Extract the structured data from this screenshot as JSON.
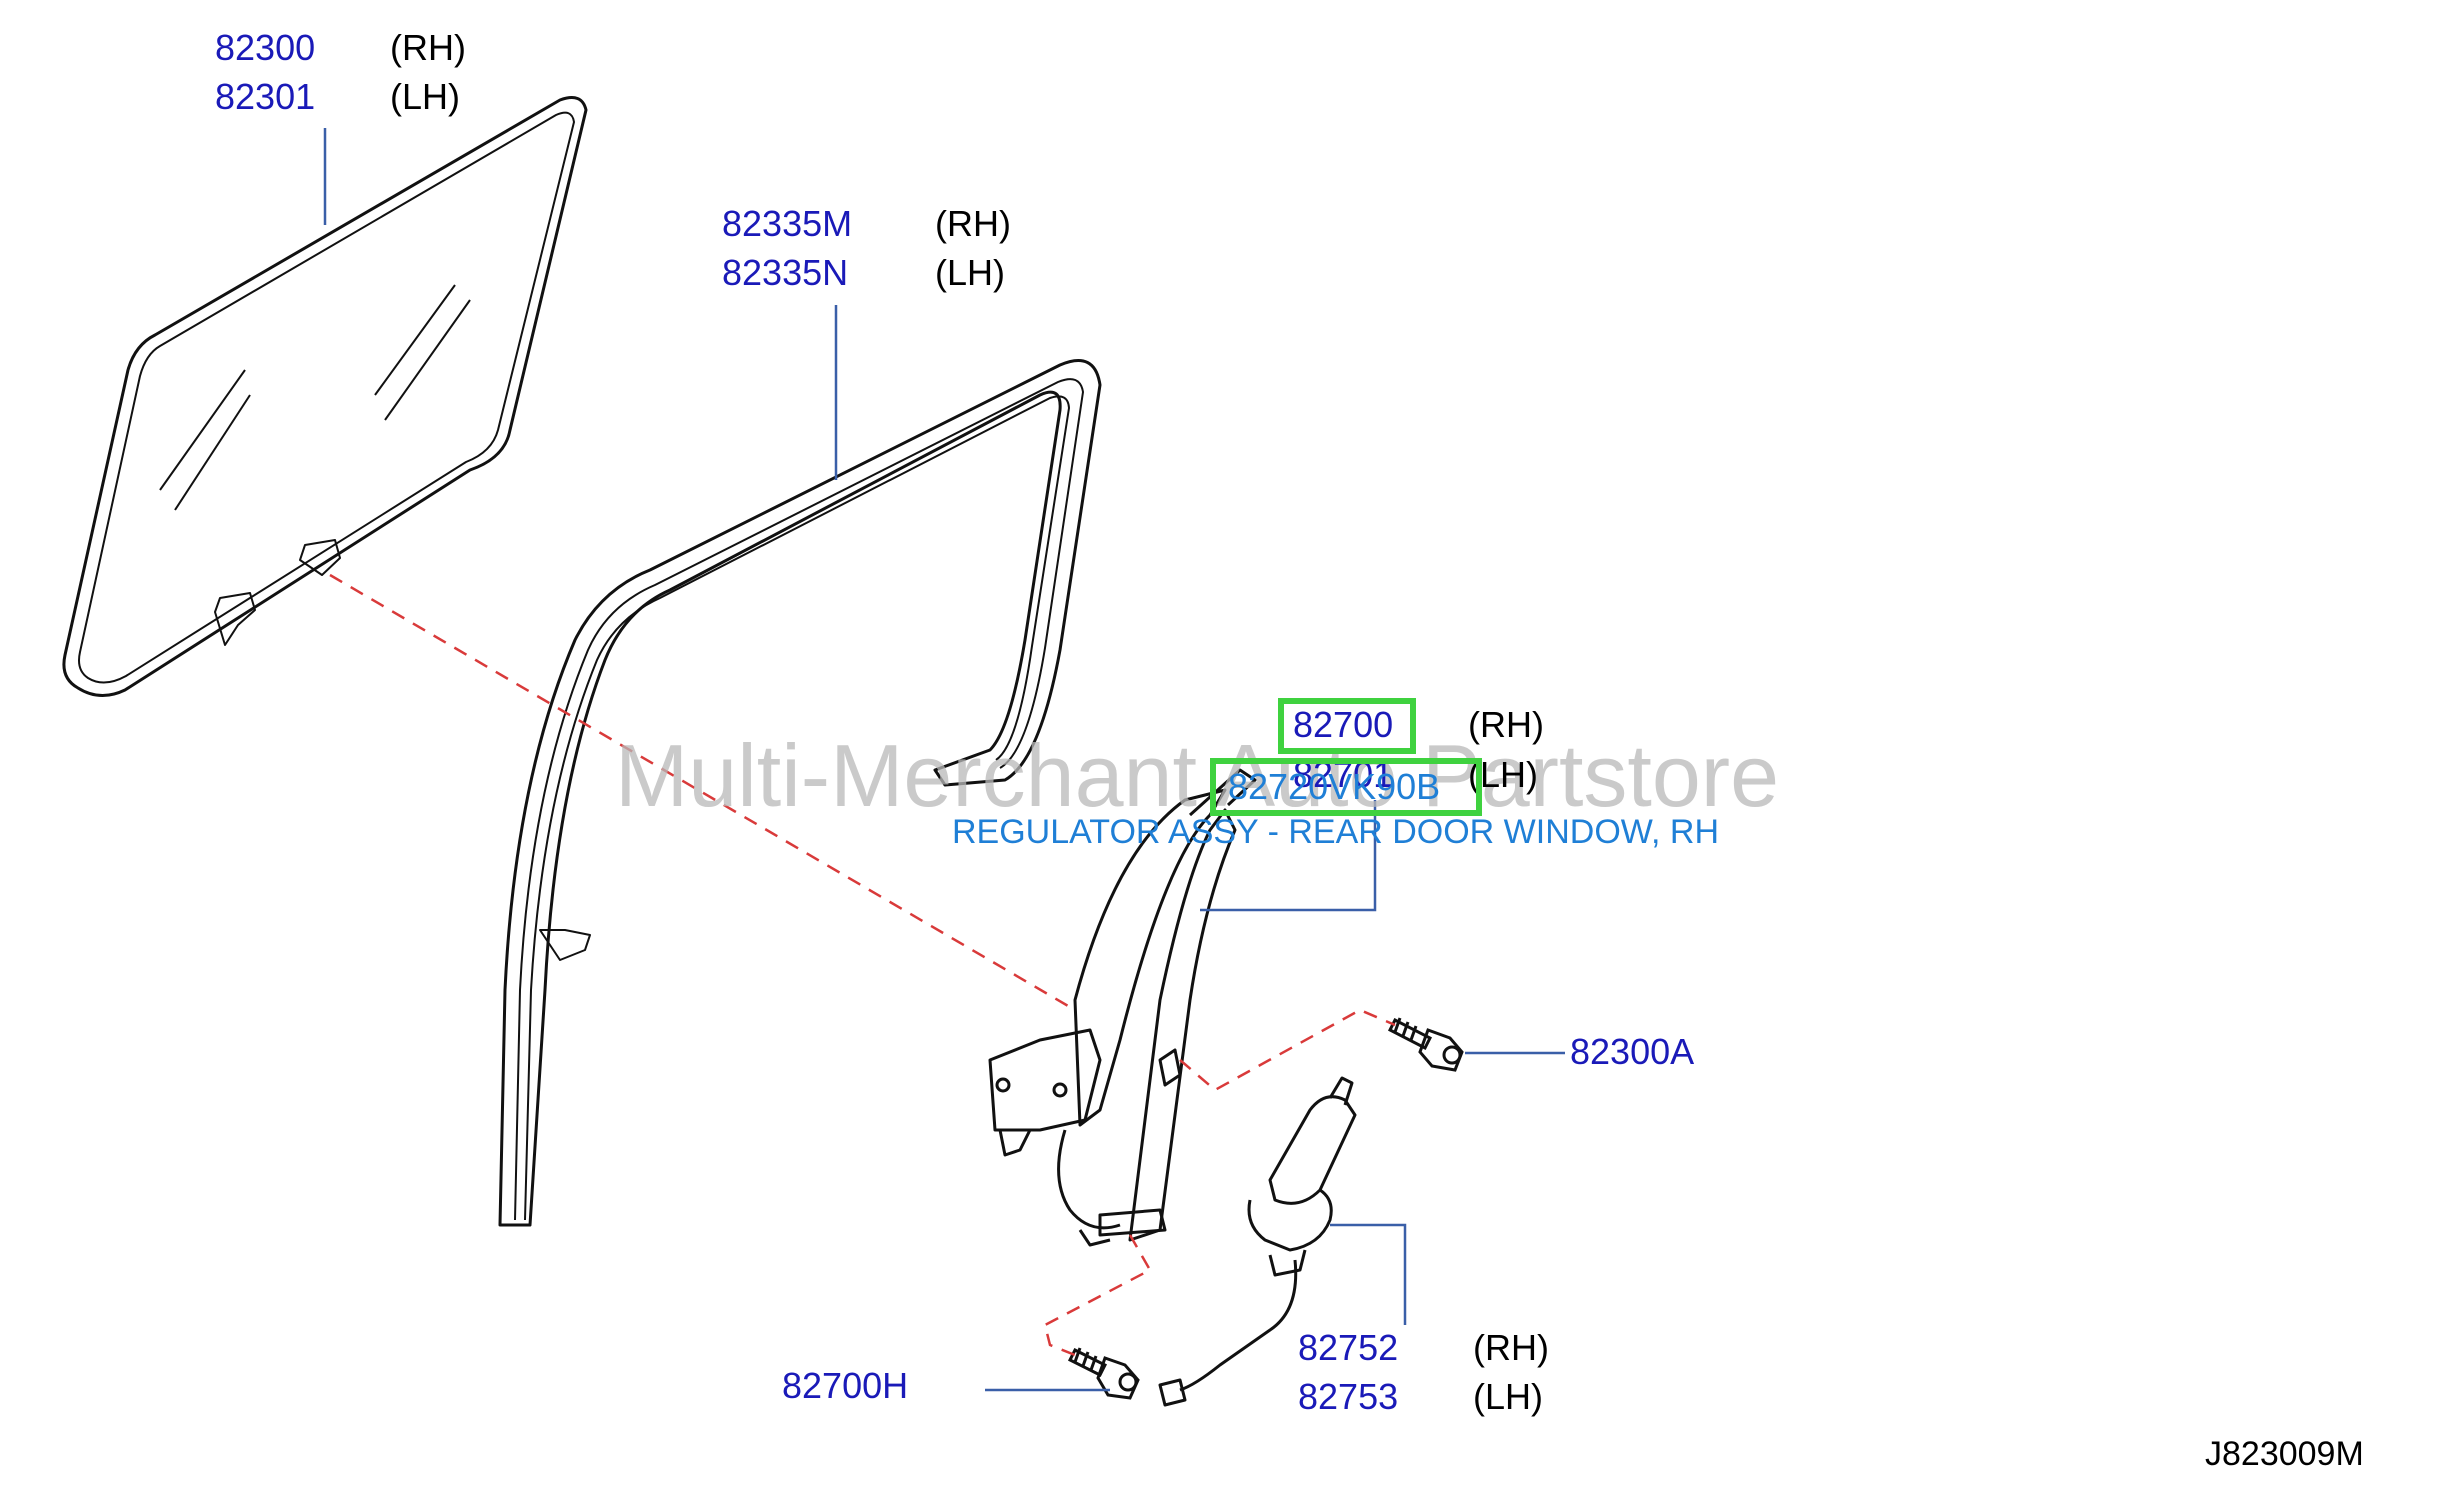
{
  "watermark": "Multi-Merchant Auto Partstore",
  "diagram_code": "J823009M",
  "parts": {
    "glass": {
      "rh_no": "82300",
      "rh_side": "(RH)",
      "lh_no": "82301",
      "lh_side": "(LH)"
    },
    "channel": {
      "rh_no": "82335M",
      "rh_side": "(RH)",
      "lh_no": "82335N",
      "lh_side": "(LH)"
    },
    "regulator": {
      "rh_no": "82700",
      "rh_side": "(RH)",
      "lh_no": "82701",
      "lh_side": "(LH)",
      "selected_no": "82720VK90B",
      "selected_desc": "REGULATOR ASSY - REAR DOOR WINDOW, RH"
    },
    "bolt_upper": {
      "no": "82300A"
    },
    "bolt_lower": {
      "no": "82700H"
    },
    "motor": {
      "rh_no": "82752",
      "rh_side": "(RH)",
      "lh_no": "82753",
      "lh_side": "(LH)"
    }
  },
  "colors": {
    "part_number": "#1a1ab8",
    "highlight": "#3fd23f",
    "description": "#1f7fd6",
    "dash": "#d93a3a",
    "leader": "#3a5fa8"
  }
}
